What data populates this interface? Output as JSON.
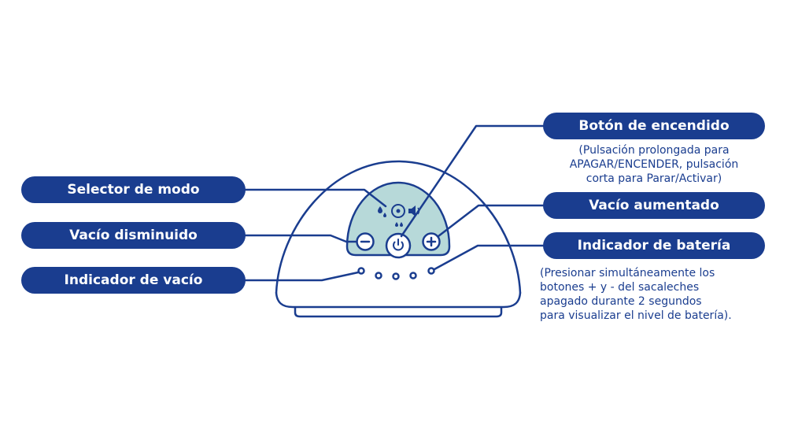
{
  "labels": {
    "mode_selector": "Selector de modo",
    "vacuum_down": "Vacío disminuido",
    "vacuum_indicator": "Indicador de vacío",
    "power_button": "Botón de encendido",
    "vacuum_up": "Vacío aumentado",
    "battery_indicator": "Indicador de batería"
  },
  "notes": {
    "power_note": [
      "(Pulsación prolongada para",
      "APAGAR/ENCENDER, pulsación",
      "corta para Parar/Activar)"
    ],
    "battery_note": [
      "(Presionar simultáneamente los",
      "botones + y - del sacaleches",
      "apagado durante 2 segundos",
      "para visualizar el nivel de batería)."
    ]
  },
  "colors": {
    "brand_blue": "#1a3d8f",
    "panel_fill": "#b7d9d9",
    "pill_text": "#ffffff"
  },
  "icons": {
    "mode_massage": "droplets-icon",
    "mode_dial": "mode-dial-icon",
    "mode_sound": "speaker-icon",
    "minus": "minus-icon",
    "plus": "plus-icon",
    "power": "power-icon"
  }
}
